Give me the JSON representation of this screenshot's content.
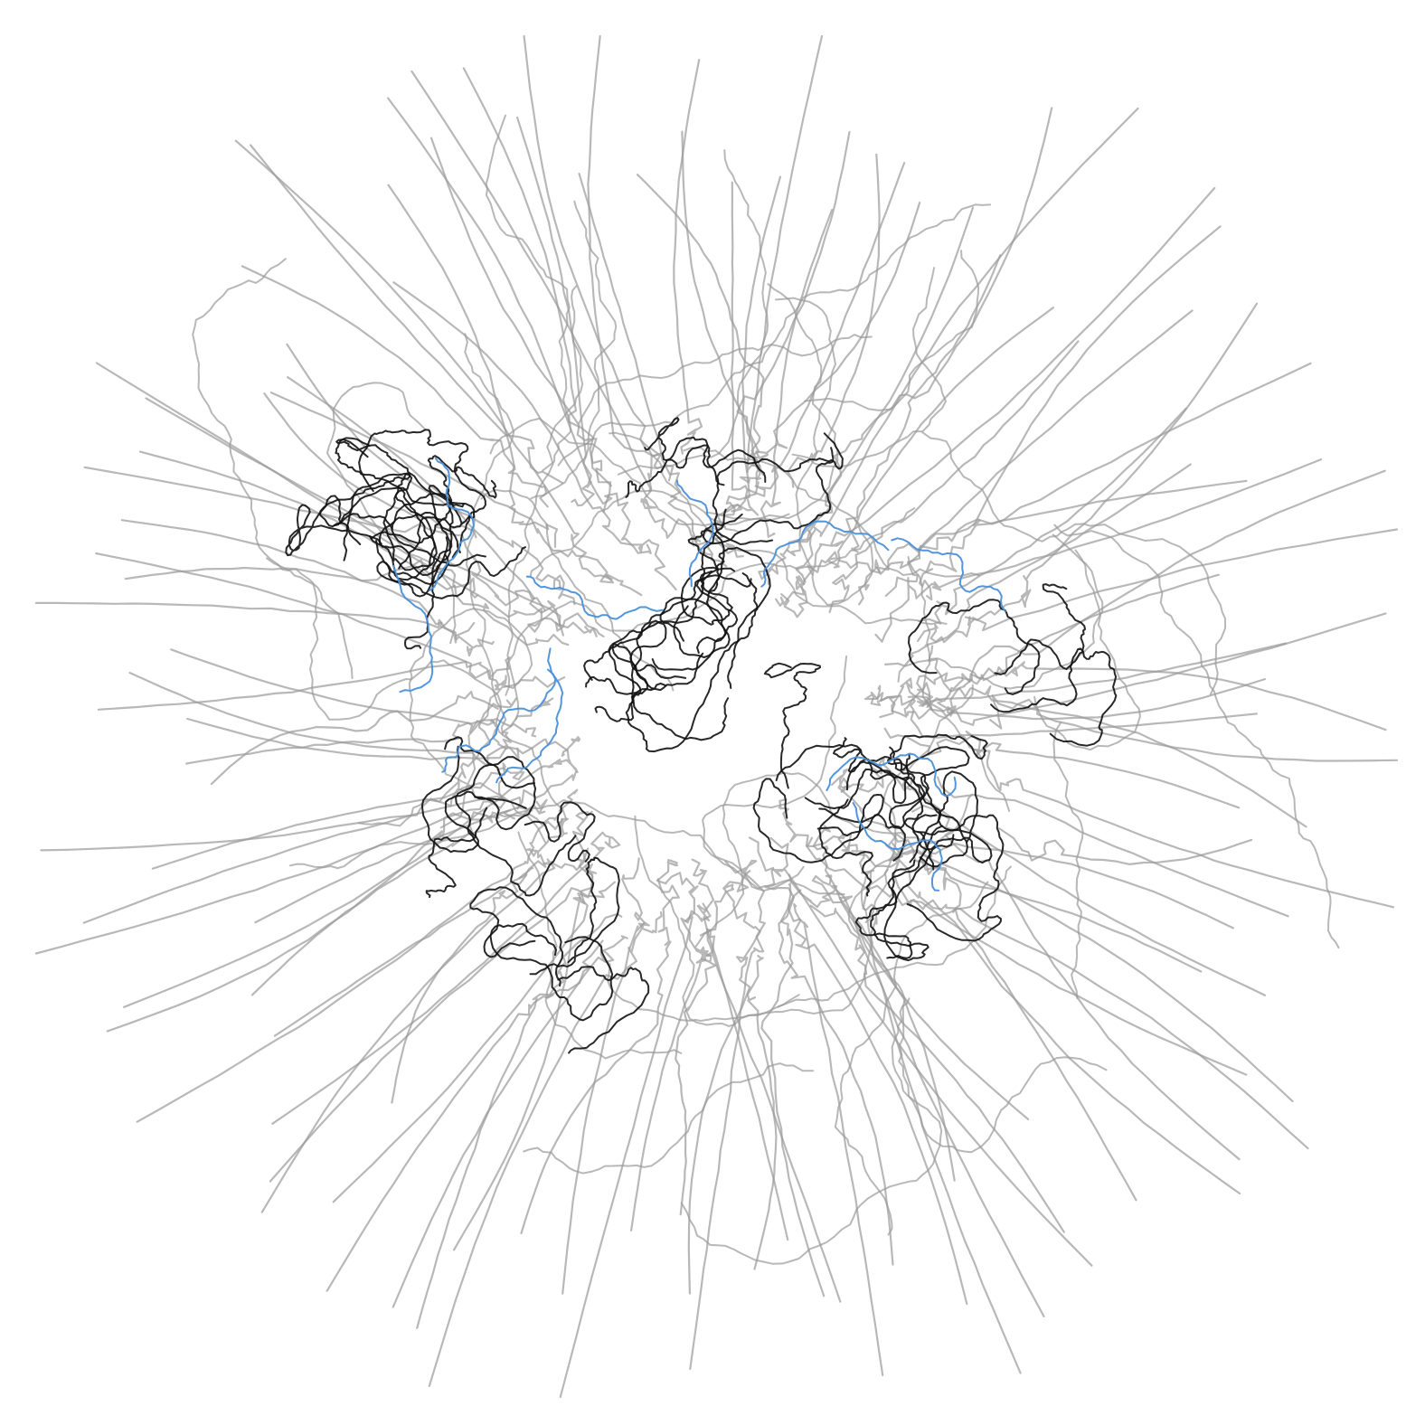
{
  "figure": {
    "description_text": "",
    "colors": {
      "background": "#ffffff",
      "radial_trace": "#9a9a9a",
      "dense_trace": "#111111",
      "highlight_trace": "#4a90d9"
    },
    "layers": [
      {
        "name": "radial-traces",
        "color_key": "radial_trace",
        "opacity": 0.7
      },
      {
        "name": "dense-traces",
        "color_key": "dense_trace",
        "opacity": 0.9
      },
      {
        "name": "highlight-traces",
        "color_key": "highlight_trace",
        "opacity": 0.95
      }
    ]
  }
}
